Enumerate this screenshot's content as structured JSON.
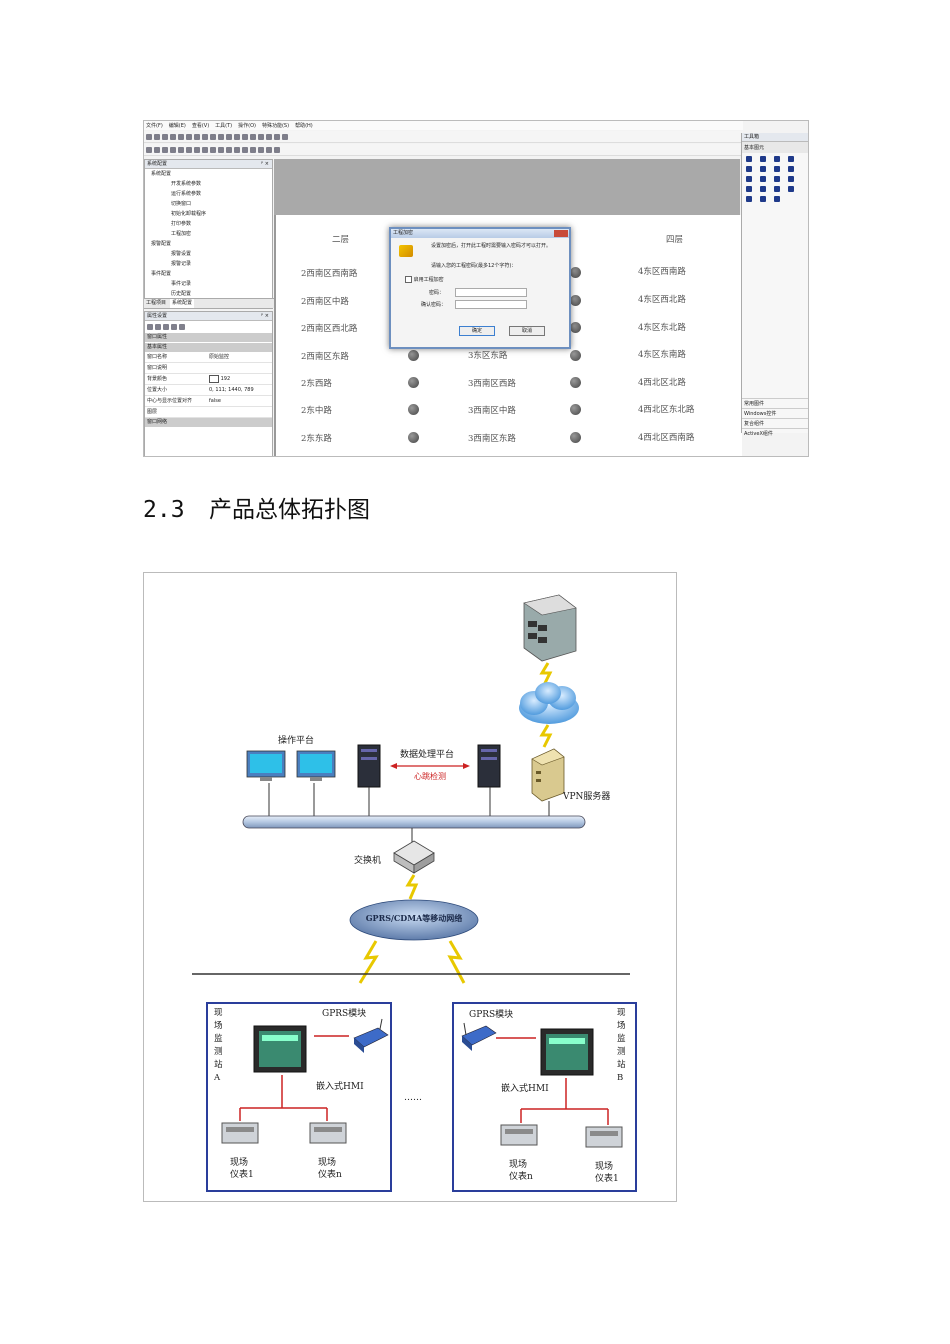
{
  "software": {
    "menu": [
      "文件(F)",
      "编辑(E)",
      "查看(V)",
      "工具(T)",
      "操作(O)",
      "特殊功能(S)",
      "帮助(H)"
    ],
    "system_panel": {
      "title": "系统配置",
      "close": "ᵖ ×",
      "tree": [
        "系统配置",
        "开发系统参数",
        "运行系统参数",
        "切换窗口",
        "初始化卸载程序",
        "打印参数",
        "工程加密",
        "报警配置",
        "报警设置",
        "报警记录",
        "事件配置",
        "事件记录",
        "历史配置"
      ],
      "tabs": [
        "工程项目",
        "系统配置"
      ]
    },
    "props_panel": {
      "title": "属性设置",
      "sections": [
        "窗口属性",
        "基本属性",
        "窗口网络"
      ],
      "rows": [
        {
          "k": "窗口名称",
          "v": "原始监控"
        },
        {
          "k": "窗口说明",
          "v": ""
        },
        {
          "k": "背景颜色",
          "v": "192"
        },
        {
          "k": "位置大小",
          "v": "0, 111; 1440, 789"
        },
        {
          "k": "中心与显示位置对齐",
          "v": "false"
        },
        {
          "k": "图层",
          "v": ""
        }
      ]
    },
    "canvas": {
      "headers": [
        "二层",
        "四层"
      ],
      "col1": [
        "2西南区西南路",
        "2西南区中路",
        "2西南区西北路",
        "2西南区东路",
        "2东西路",
        "2东中路",
        "2东东路"
      ],
      "col2": [
        "3东区东路",
        "3西南区西路",
        "3西南区中路",
        "3西南区东路"
      ],
      "col3": [
        "4东区西南路",
        "4东区西北路",
        "4东区东北路",
        "4东区东南路",
        "4西北区北路",
        "4西北区东北路",
        "4西北区西南路"
      ]
    },
    "dialog": {
      "title": "工程加密",
      "message": "设置加密后，打开此工程时需要输入密码才可以打开。",
      "prompt": "请输入您的工程密码(最多12个字符)：",
      "checkbox": "启用工程加密",
      "password_label": "密码：",
      "confirm_label": "确认密码：",
      "ok": "确定",
      "cancel": "取消"
    },
    "toolbox": {
      "title": "工具箱",
      "section": "基本图元",
      "bottom": [
        "常用图件",
        "Windows控件",
        "复合组件",
        "ActiveX组件"
      ]
    }
  },
  "heading": {
    "number": "2.3",
    "text": "产品总体拓扑图"
  },
  "topology": {
    "operator_platform": "操作平台",
    "data_platform": "数据处理平台",
    "heartbeat": "心跳检测",
    "vpn_server": "VPN服务器",
    "switch": "交换机",
    "network": "GPRS/CDMA等移动网络",
    "site_a": {
      "label": [
        "现",
        "场",
        "监",
        "测",
        "站",
        "A"
      ],
      "gprs": "GPRS模块",
      "hmi": "嵌入式HMI",
      "meter1": [
        "现场",
        "仪表1"
      ],
      "meter2": [
        "现场",
        "仪表n"
      ]
    },
    "site_b": {
      "label": [
        "现",
        "场",
        "监",
        "测",
        "站",
        "B"
      ],
      "gprs": "GPRS模块",
      "hmi": "嵌入式HMI",
      "meter1": [
        "现场",
        "仪表n"
      ],
      "meter2": [
        "现场",
        "仪表1"
      ]
    },
    "ellipsis": "……"
  }
}
